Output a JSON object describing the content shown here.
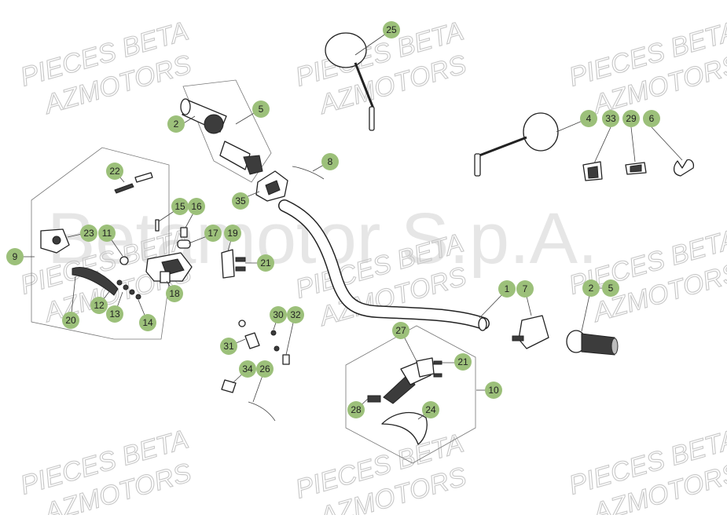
{
  "big_watermark": "Betamotor S.p.A.",
  "watermarks": [
    {
      "line1": "PIECES BETA",
      "line2": "AZMOTORS"
    }
  ],
  "callouts": [
    {
      "id": "2",
      "text": "2"
    },
    {
      "id": "5",
      "text": "5"
    },
    {
      "id": "25",
      "text": "25"
    },
    {
      "id": "4",
      "text": "4"
    },
    {
      "id": "33",
      "text": "33"
    },
    {
      "id": "29",
      "text": "29"
    },
    {
      "id": "6",
      "text": "6"
    },
    {
      "id": "8",
      "text": "8"
    },
    {
      "id": "22",
      "text": "22"
    },
    {
      "id": "35",
      "text": "35"
    },
    {
      "id": "15",
      "text": "15"
    },
    {
      "id": "16",
      "text": "16"
    },
    {
      "id": "23",
      "text": "23"
    },
    {
      "id": "11",
      "text": "11"
    },
    {
      "id": "17",
      "text": "17"
    },
    {
      "id": "19",
      "text": "19"
    },
    {
      "id": "9",
      "text": "9"
    },
    {
      "id": "21a",
      "text": "21"
    },
    {
      "id": "18",
      "text": "18"
    },
    {
      "id": "12",
      "text": "12"
    },
    {
      "id": "13",
      "text": "13"
    },
    {
      "id": "14",
      "text": "14"
    },
    {
      "id": "20",
      "text": "20"
    },
    {
      "id": "1",
      "text": "1"
    },
    {
      "id": "7",
      "text": "7"
    },
    {
      "id": "2b",
      "text": "2"
    },
    {
      "id": "5b",
      "text": "5"
    },
    {
      "id": "30",
      "text": "30"
    },
    {
      "id": "32",
      "text": "32"
    },
    {
      "id": "31",
      "text": "31"
    },
    {
      "id": "27",
      "text": "27"
    },
    {
      "id": "21b",
      "text": "21"
    },
    {
      "id": "34",
      "text": "34"
    },
    {
      "id": "26",
      "text": "26"
    },
    {
      "id": "10",
      "text": "10"
    },
    {
      "id": "28",
      "text": "28"
    },
    {
      "id": "24",
      "text": "24"
    }
  ]
}
